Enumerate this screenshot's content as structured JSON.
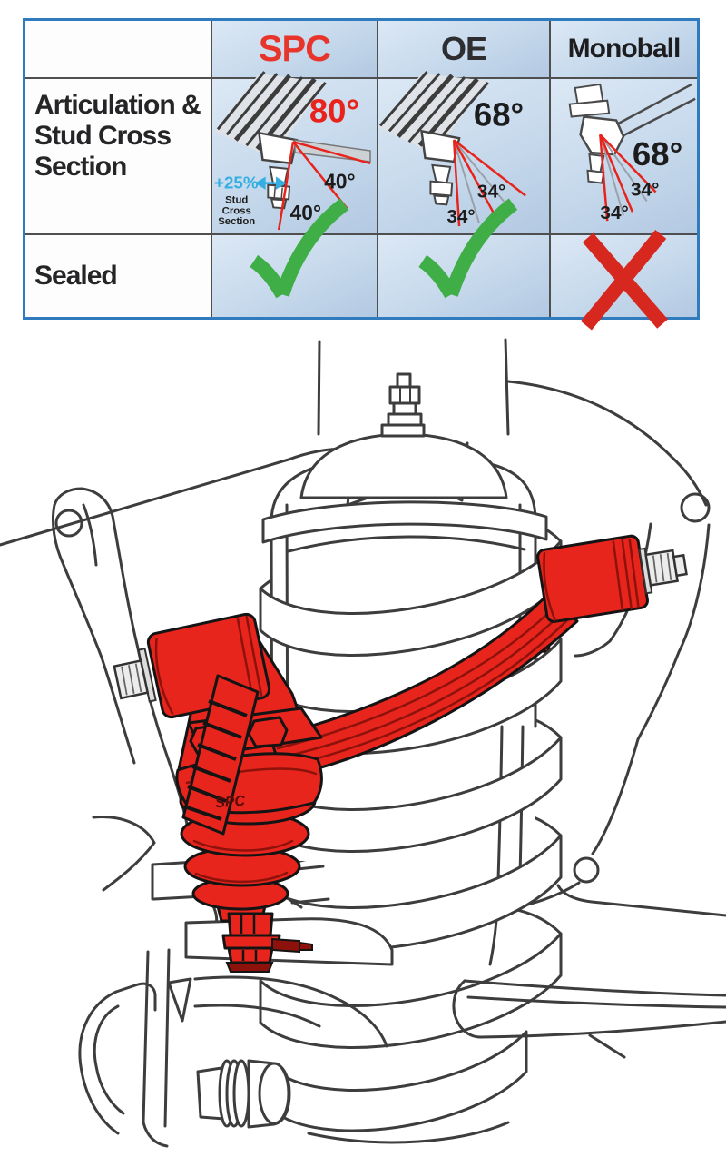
{
  "table": {
    "headers": {
      "blank": "",
      "spc": "SPC",
      "oe": "OE",
      "monoball": "Monoball"
    },
    "rows": {
      "articulation_label": "Articulation & Stud Cross Section",
      "sealed_label": "Sealed"
    },
    "articulation": {
      "spc": {
        "total": "80°",
        "upper": "40°",
        "lower": "40°",
        "stud_gain": "+25%",
        "stud_word1": "Stud",
        "stud_word2": "Cross",
        "stud_word3": "Section"
      },
      "oe": {
        "total": "68°",
        "upper": "34°",
        "lower": "34°"
      },
      "monoball": {
        "total": "68°",
        "upper": "34°",
        "lower": "34°"
      }
    },
    "sealed": {
      "spc": "yes",
      "oe": "yes",
      "monoball": "no"
    }
  },
  "illustration": {
    "brand_stamp": "SPC"
  },
  "colors": {
    "table_border": "#2f7bbd",
    "grid_line": "#4f4f4f",
    "cell_blue": "#c6d9ec",
    "angle_red": "#e8231b",
    "note_cyan": "#35aee0",
    "check_green": "#3fae47",
    "cross_red": "#d7281f",
    "part_red": "#e7251d",
    "line_ink": "#3d3d3d"
  }
}
